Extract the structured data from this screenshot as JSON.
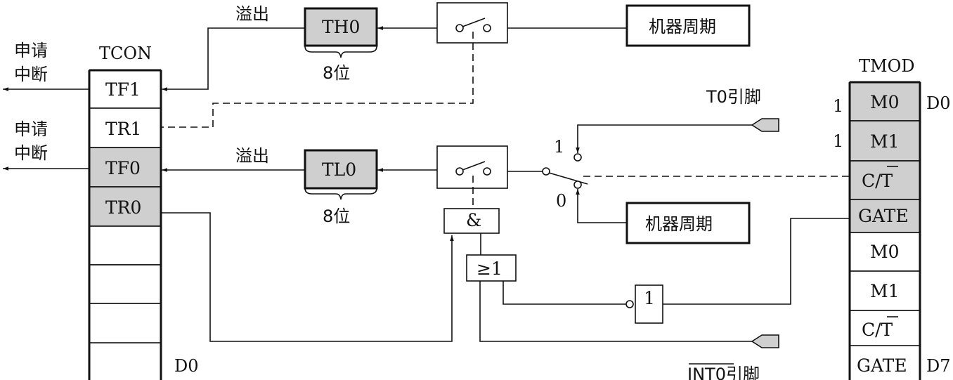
{
  "tcon": {
    "title": "TCON",
    "cells": [
      "TF1",
      "TR1",
      "TF0",
      "TR0"
    ],
    "bottom_label": "D0"
  },
  "tmod": {
    "title": "TMOD",
    "cells": [
      "M0",
      "M1",
      "C/T",
      "GATE",
      "M0",
      "M1",
      "C/T",
      "GATE"
    ],
    "top_label": "D0",
    "bottom_label": "D7",
    "bit_values": [
      "1",
      "1"
    ]
  },
  "timer1": {
    "register": "TH0",
    "overflow": "溢出",
    "width": "8位",
    "clock": "机器周期"
  },
  "timer0": {
    "register": "TL0",
    "overflow": "溢出",
    "width": "8位",
    "clock": "机器周期",
    "pin": "T0引脚",
    "switch_1": "1",
    "switch_0": "0"
  },
  "interrupt": {
    "request_line1": "申请",
    "request_line2": "中断"
  },
  "logic": {
    "and_gate": "&",
    "or_gate": "≥1",
    "not_gate": "1",
    "int_pin": "INT0引脚"
  }
}
